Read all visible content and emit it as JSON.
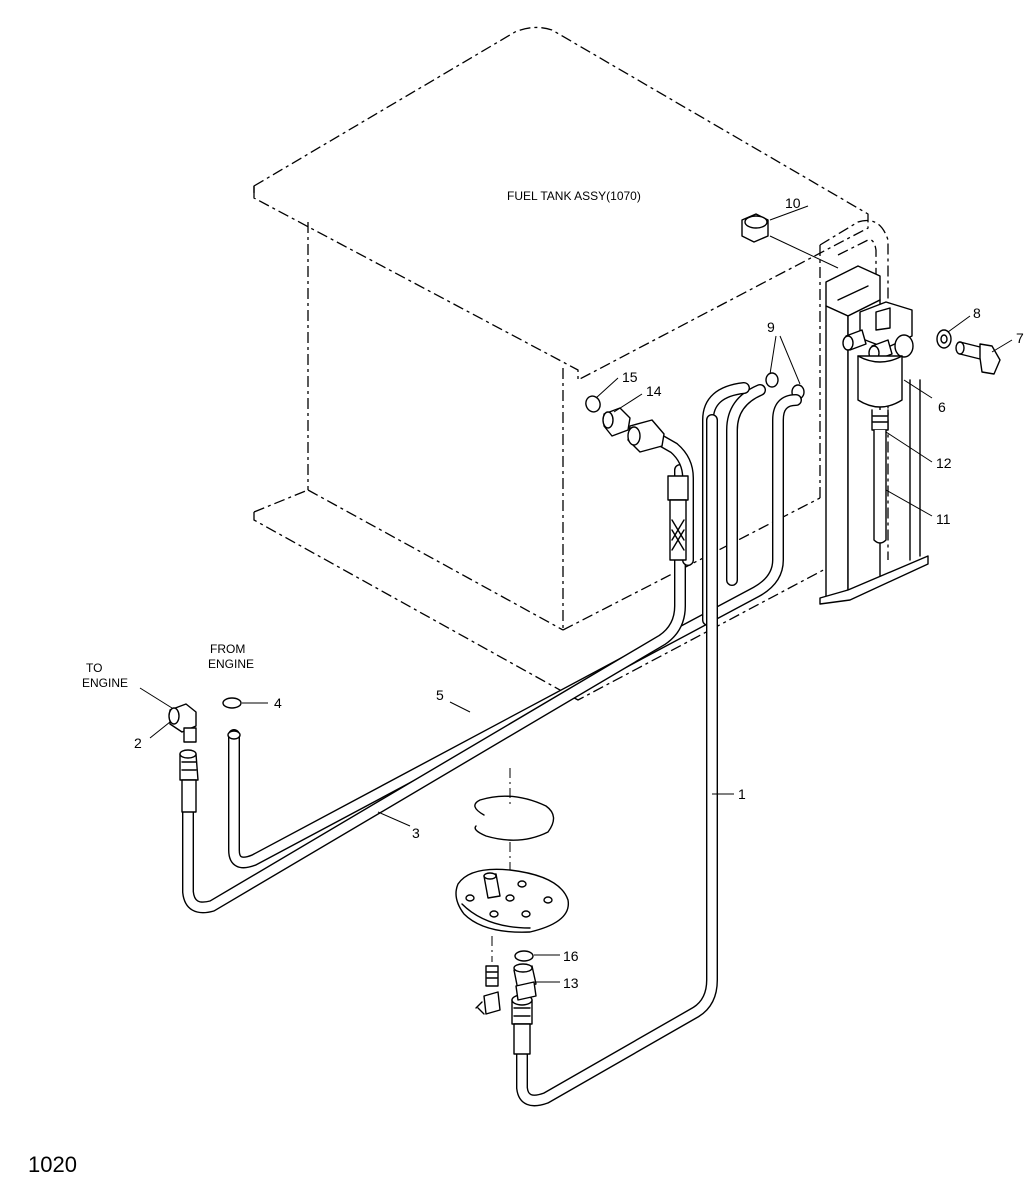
{
  "page_number": "1020",
  "assembly_label": "FUEL TANK ASSY(1070)",
  "captions": {
    "to_engine_line1": "TO",
    "to_engine_line2": "ENGINE",
    "from_engine_line1": "FROM",
    "from_engine_line2": "ENGINE"
  },
  "callouts": {
    "c1": "1",
    "c2": "2",
    "c3": "3",
    "c4": "4",
    "c5": "5",
    "c6": "6",
    "c7": "7",
    "c8": "8",
    "c9": "9",
    "c10": "10",
    "c11": "11",
    "c12": "12",
    "c13": "13",
    "c14": "14",
    "c15": "15",
    "c16": "16"
  }
}
